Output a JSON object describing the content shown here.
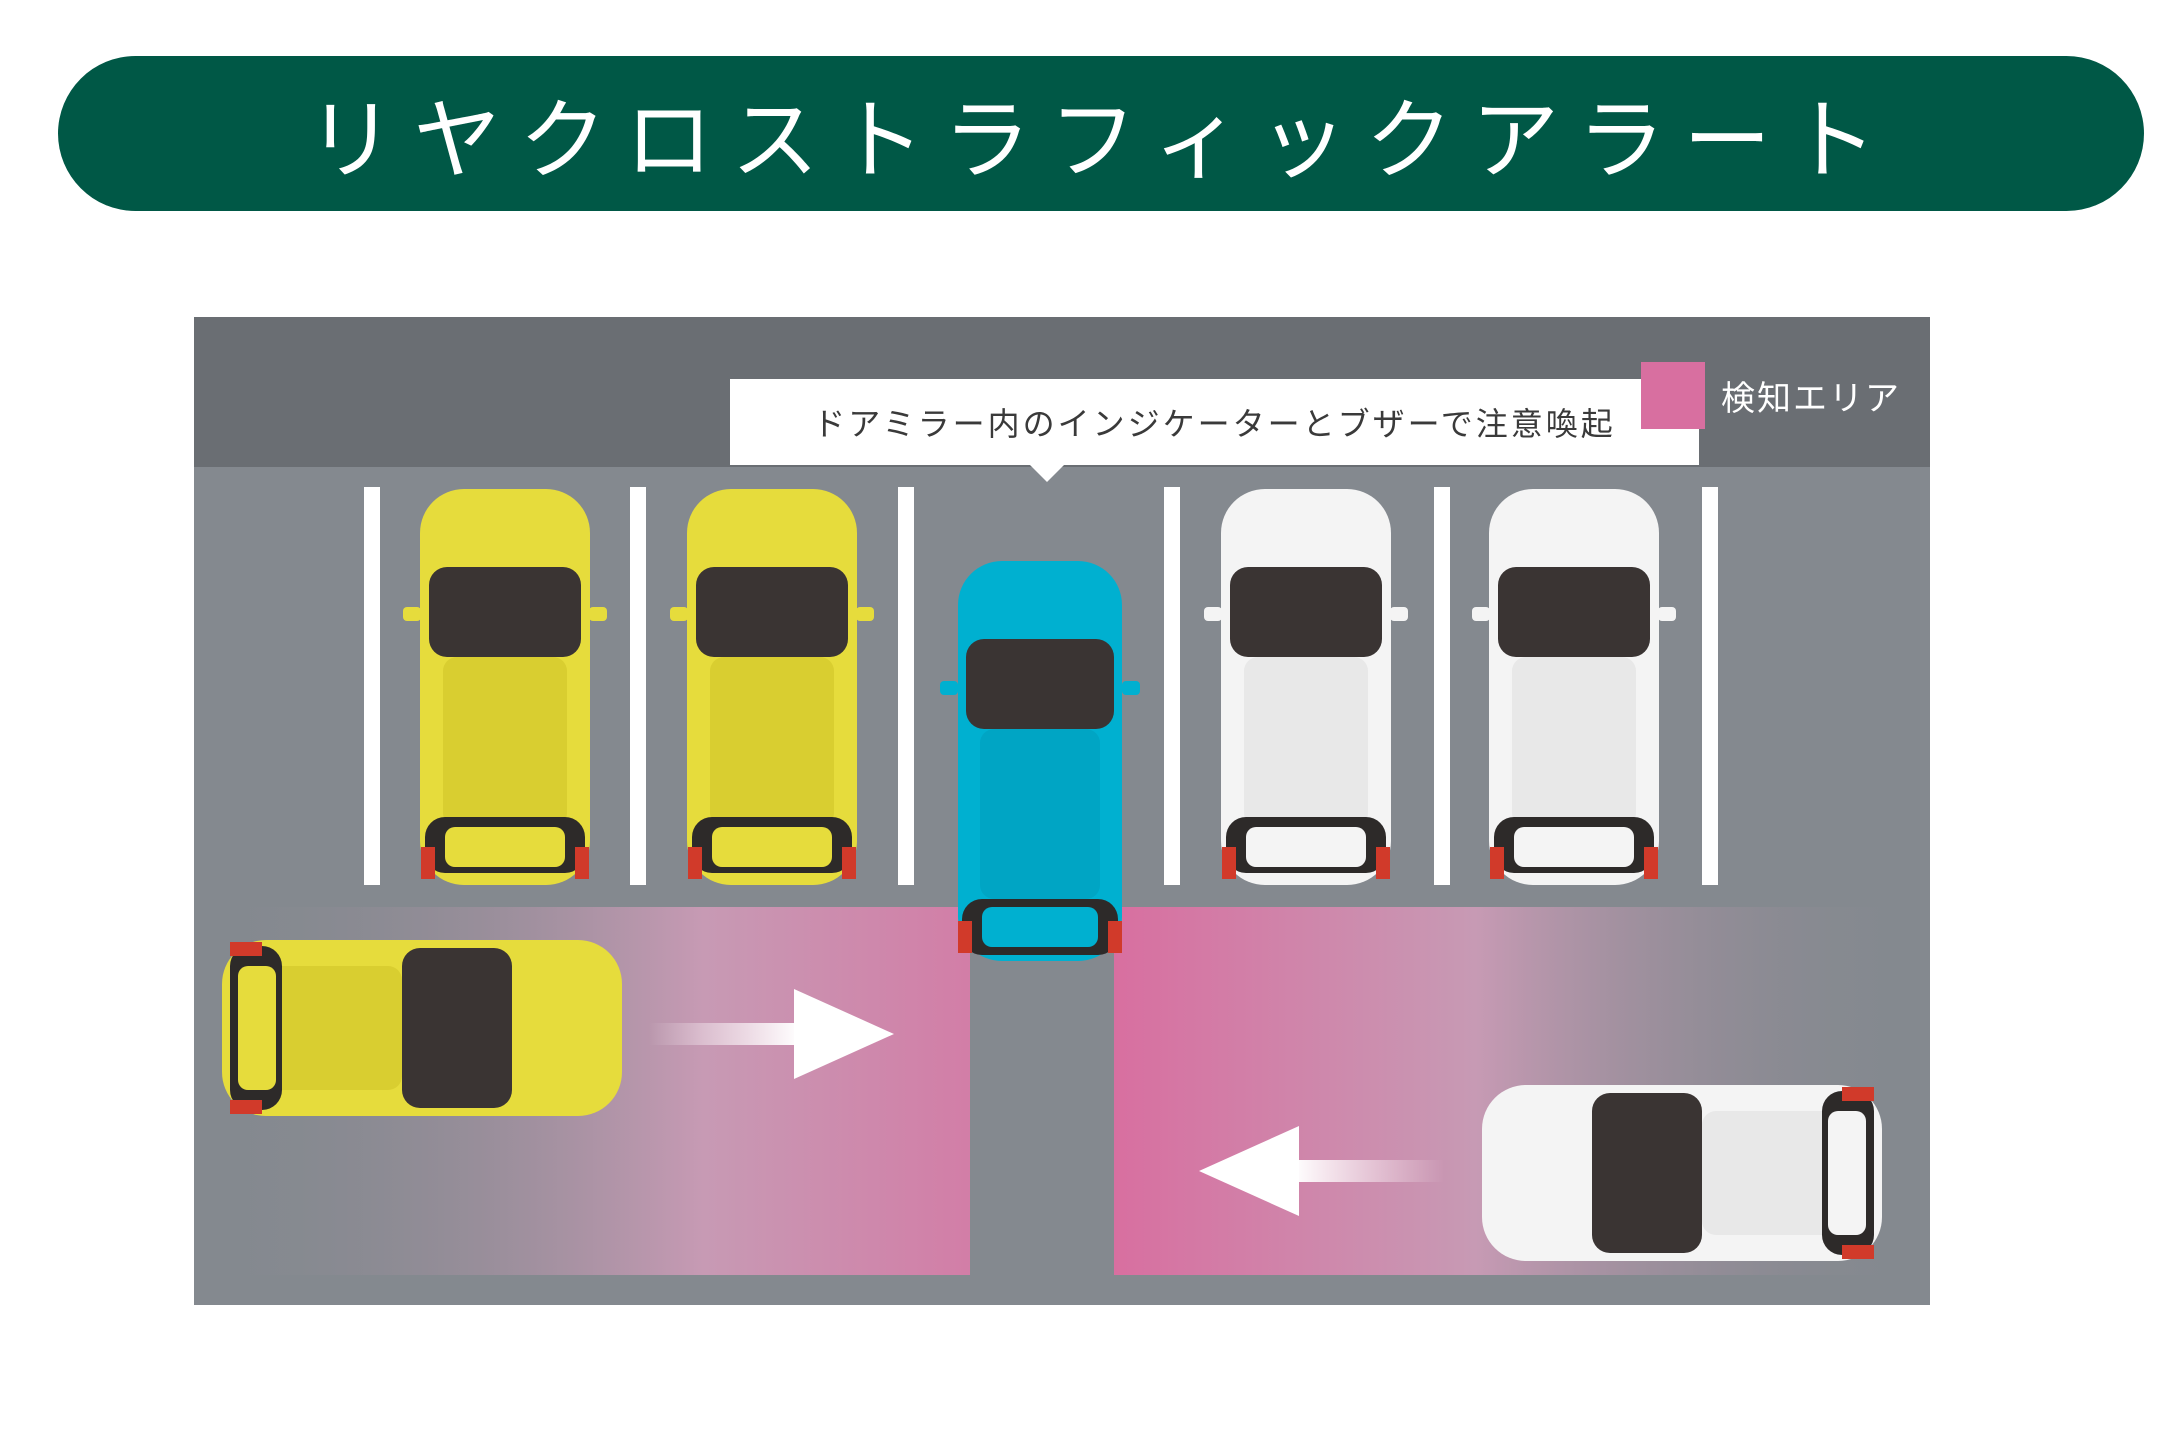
{
  "title": "リヤクロストラフィックアラート",
  "callout": "ドアミラー内のインジケーターとブザーで注意喚起",
  "legend": {
    "label": "検知エリア"
  },
  "colors": {
    "title_bg": "#005846",
    "parking_lot": "#84898f",
    "top_band": "#6a6e73",
    "detection_pink": "#d86fa0",
    "own_car": "#00b0d0",
    "yellow_car": "#e6dc3c",
    "white_car": "#f4f4f4"
  },
  "icons": [
    "arrow-right-icon",
    "arrow-left-icon"
  ]
}
